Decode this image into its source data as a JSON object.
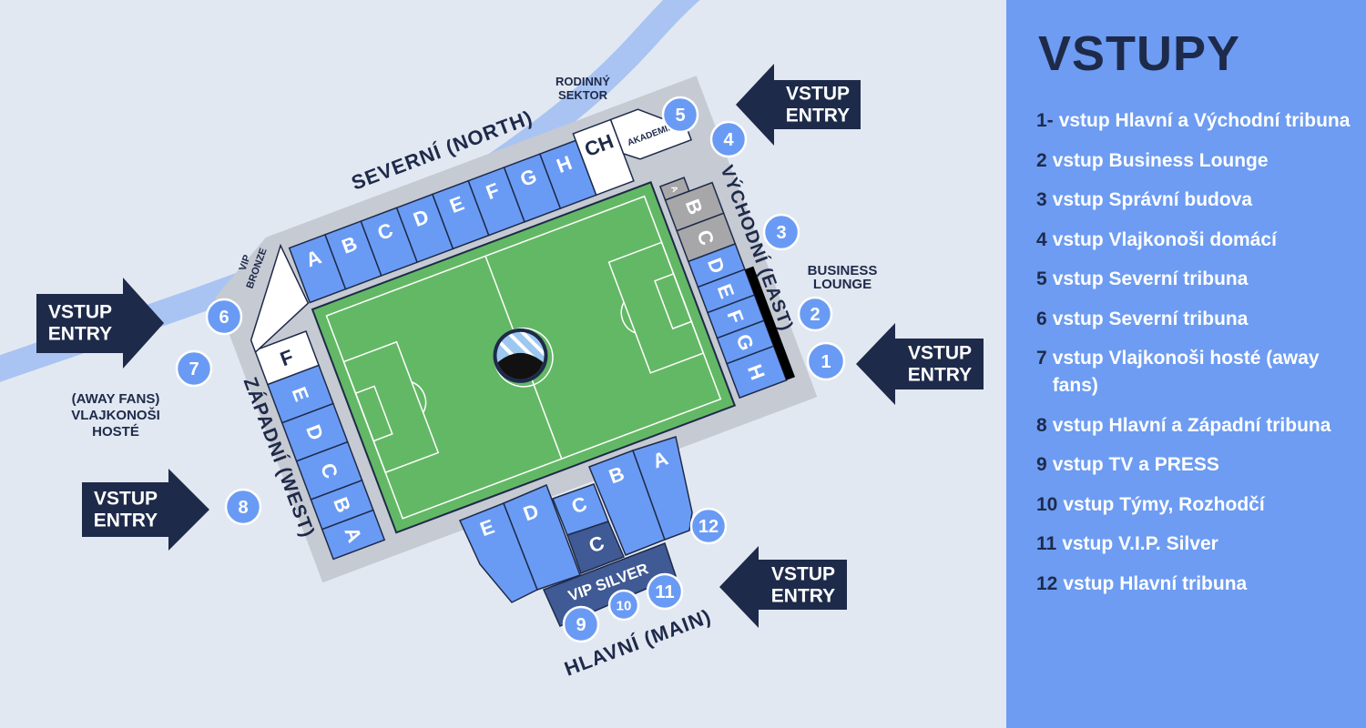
{
  "colors": {
    "background": "#e2e8f1",
    "panel": "#6d9cf2",
    "navy": "#1e2a4a",
    "section_blue": "#6a9bf4",
    "pitch": "#63b865",
    "concourse": "#c6cad2",
    "river": "#a9c4f2",
    "section_gray": "#a7a7a9",
    "vip_dark": "#3f5a94"
  },
  "map": {
    "stand_labels": {
      "north": "SEVERNÍ (NORTH)",
      "east": "VÝCHODNÍ (EAST)",
      "west": "ZÁPADNÍ (WEST)",
      "main": "HLAVNÍ (MAIN)"
    },
    "area_labels": {
      "family_1": "RODINNÝ",
      "family_2": "SEKTOR",
      "business_1": "BUSINESS",
      "business_2": "LOUNGE",
      "away_1": "(AWAY FANS)",
      "away_2": "VLAJKONOŠI",
      "away_3": "HOSTÉ",
      "vip_bronze_1": "VIP",
      "vip_bronze_2": "BRONZE",
      "akademie": "AKADEMIE",
      "vip_silver": "VIP SILVER"
    },
    "north_sections": [
      "A",
      "B",
      "C",
      "D",
      "E",
      "F",
      "G",
      "H"
    ],
    "north_ch": "CH",
    "east_sections": [
      "A",
      "B",
      "C",
      "D",
      "E",
      "F",
      "G",
      "H"
    ],
    "west_sections": [
      "F",
      "E",
      "D",
      "C",
      "B",
      "A"
    ],
    "main_sections": [
      "E",
      "D",
      "C",
      "C",
      "B",
      "A"
    ],
    "entries": [
      "1",
      "2",
      "3",
      "4",
      "5",
      "6",
      "7",
      "8",
      "9",
      "10",
      "11",
      "12"
    ],
    "arrow_label_1": "VSTUP",
    "arrow_label_2": "ENTRY"
  },
  "panel": {
    "title": "VSTUPY",
    "items": [
      {
        "num": "1-",
        "text": "vstup Hlavní a Východní tribuna"
      },
      {
        "num": "2",
        "text": "vstup Business Lounge"
      },
      {
        "num": "3",
        "text": "vstup Správní budova"
      },
      {
        "num": "4",
        "text": "vstup Vlajkonoši domácí"
      },
      {
        "num": "5",
        "text": "vstup Severní tribuna"
      },
      {
        "num": "6",
        "text": "vstup Severní tribuna"
      },
      {
        "num": "7",
        "text": "vstup Vlajkonoši hosté (away fans)"
      },
      {
        "num": "8",
        "text": "vstup Hlavní a Západní tribuna"
      },
      {
        "num": "9",
        "text": "vstup TV a PRESS"
      },
      {
        "num": "10",
        "text": "vstup Týmy, Rozhodčí"
      },
      {
        "num": "11",
        "text": "vstup V.I.P. Silver"
      },
      {
        "num": "12",
        "text": "vstup Hlavní tribuna"
      }
    ]
  }
}
